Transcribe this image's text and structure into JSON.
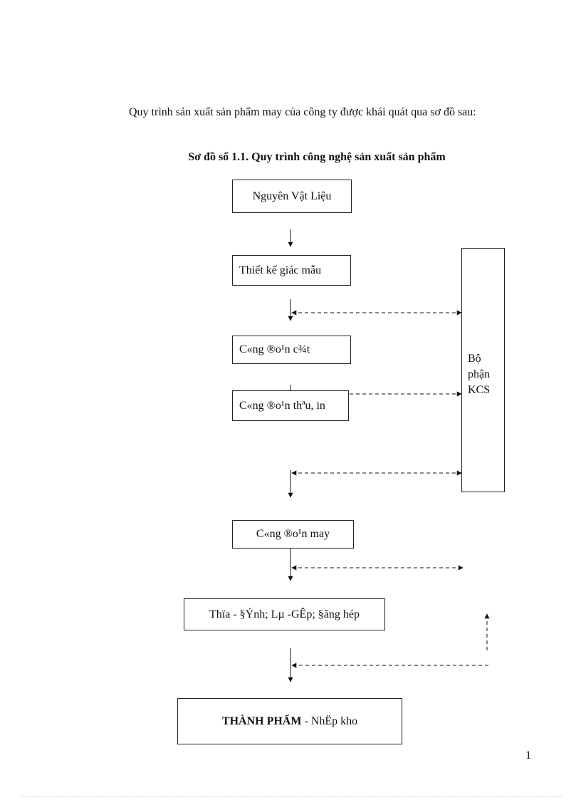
{
  "intro_text": "Quy trình sản xuất sản phẩm may của công ty được khái quát qua sơ đồ sau:",
  "diagram_title": "Sơ đồ số 1.1. Quy trình công nghệ sản xuất sản phẩm",
  "steps": {
    "s1": "Nguyên Vật Liệu",
    "s2": "Thiết kế giác mẫu",
    "s3": "C«ng ®o¹n c¾t",
    "s4": "C«ng ®o¹n thªu, in",
    "s5": "C«ng ®o¹n may",
    "s6": "Thïa - §Ýnh; Lµ -GÊp; §ãng hép",
    "s7_bold": "THÀNH PHẨM",
    "s7_rest": " - NhËp kho"
  },
  "kcs": {
    "line1": "Bộ",
    "line2": "phận",
    "line3": "KCS"
  },
  "page_number": "1"
}
